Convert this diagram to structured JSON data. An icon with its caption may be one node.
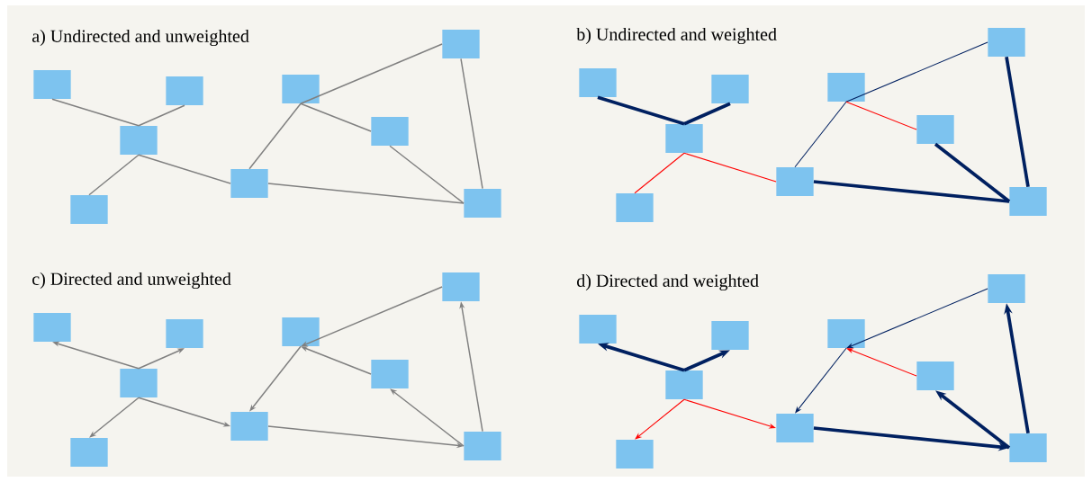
{
  "diagram": {
    "nodes": [
      {
        "text": [],
        "shape": "box"
      },
      {
        "text": [],
        "shape": "box"
      },
      {
        "text": [],
        "shape": "box"
      },
      {
        "text": [],
        "shape": "box"
      },
      {
        "text": [],
        "shape": "box"
      },
      {
        "text": [],
        "shape": "box"
      },
      {
        "text": [],
        "shape": "box"
      },
      {
        "text": [],
        "shape": "box"
      },
      {
        "text": [],
        "shape": "box"
      },
      {
        "text": [],
        "shape": "box"
      },
      {
        "text": [],
        "shape": "box"
      },
      {
        "text": [],
        "shape": "box"
      },
      {
        "text": [],
        "shape": "box"
      },
      {
        "text": [],
        "shape": "box"
      },
      {
        "text": [],
        "shape": "box"
      },
      {
        "text": [],
        "shape": "box"
      },
      {
        "text": [],
        "shape": "box"
      },
      {
        "text": [],
        "shape": "box"
      },
      {
        "text": [],
        "shape": "box"
      },
      {
        "text": [],
        "shape": "box"
      },
      {
        "text": [],
        "shape": "box"
      },
      {
        "text": [],
        "shape": "box"
      },
      {
        "text": [],
        "shape": "box"
      },
      {
        "text": [],
        "shape": "box"
      },
      {
        "text": [],
        "shape": "box"
      },
      {
        "text": [],
        "shape": "box"
      },
      {
        "text": [],
        "shape": "box"
      },
      {
        "text": [],
        "shape": "box"
      },
      {
        "text": [],
        "shape": "box"
      },
      {
        "text": [],
        "shape": "box"
      },
      {
        "text": [],
        "shape": "box"
      },
      {
        "text": [],
        "shape": "box"
      },
      {
        "text": [],
        "shape": "box"
      },
      {
        "text": [],
        "shape": "box"
      },
      {
        "text": [],
        "shape": "box"
      },
      {
        "text": [],
        "shape": "box"
      }
    ],
    "edges": [
      {
        "from": 2,
        "to": 0,
        "arrow": "none"
      },
      {
        "from": 2,
        "to": 1,
        "arrow": "none"
      },
      {
        "from": 2,
        "to": 3,
        "arrow": "none"
      },
      {
        "from": 2,
        "to": 7,
        "arrow": "none"
      },
      {
        "from": 5,
        "to": 4,
        "arrow": "none"
      },
      {
        "from": 4,
        "to": 7,
        "arrow": "none"
      },
      {
        "from": 6,
        "to": 4,
        "arrow": "none"
      },
      {
        "from": 8,
        "to": 6,
        "arrow": "none"
      },
      {
        "from": 8,
        "to": 5,
        "arrow": "none"
      },
      {
        "from": 7,
        "to": 8,
        "arrow": "none"
      },
      {
        "from": 11,
        "to": 9,
        "arrow": "none",
        "style": "thick",
        "color": "#002060"
      },
      {
        "from": 11,
        "to": 10,
        "arrow": "none",
        "style": "thick",
        "color": "#002060"
      },
      {
        "from": 11,
        "to": 12,
        "arrow": "none",
        "color": "#ff0000"
      },
      {
        "from": 11,
        "to": 16,
        "arrow": "none",
        "color": "#ff0000"
      },
      {
        "from": 14,
        "to": 13,
        "arrow": "none",
        "color": "#002060"
      },
      {
        "from": 13,
        "to": 16,
        "arrow": "none",
        "color": "#002060"
      },
      {
        "from": 15,
        "to": 13,
        "arrow": "none",
        "color": "#ff0000"
      },
      {
        "from": 17,
        "to": 15,
        "arrow": "none",
        "style": "thick",
        "color": "#002060"
      },
      {
        "from": 17,
        "to": 14,
        "arrow": "none",
        "style": "thick",
        "color": "#002060"
      },
      {
        "from": 16,
        "to": 17,
        "arrow": "none",
        "style": "thick",
        "color": "#002060"
      },
      {
        "from": 20,
        "to": 18,
        "arrow": "to"
      },
      {
        "from": 20,
        "to": 19,
        "arrow": "to"
      },
      {
        "from": 20,
        "to": 21,
        "arrow": "to"
      },
      {
        "from": 20,
        "to": 25,
        "arrow": "to"
      },
      {
        "from": 23,
        "to": 22,
        "arrow": "to"
      },
      {
        "from": 22,
        "to": 25,
        "arrow": "to"
      },
      {
        "from": 24,
        "to": 22,
        "arrow": "to"
      },
      {
        "from": 26,
        "to": 24,
        "arrow": "to"
      },
      {
        "from": 26,
        "to": 23,
        "arrow": "to"
      },
      {
        "from": 25,
        "to": 26,
        "arrow": "to"
      },
      {
        "from": 29,
        "to": 27,
        "arrow": "to",
        "style": "thick",
        "color": "#002060"
      },
      {
        "from": 29,
        "to": 28,
        "arrow": "to",
        "style": "thick",
        "color": "#002060"
      },
      {
        "from": 29,
        "to": 30,
        "arrow": "to",
        "color": "#ff0000"
      },
      {
        "from": 29,
        "to": 34,
        "arrow": "to",
        "color": "#ff0000"
      },
      {
        "from": 32,
        "to": 31,
        "arrow": "to",
        "color": "#002060"
      },
      {
        "from": 31,
        "to": 34,
        "arrow": "to",
        "color": "#002060"
      },
      {
        "from": 33,
        "to": 31,
        "arrow": "to",
        "color": "#ff0000"
      },
      {
        "from": 35,
        "to": 33,
        "arrow": "to",
        "style": "thick",
        "color": "#002060"
      },
      {
        "from": 35,
        "to": 32,
        "arrow": "to",
        "style": "thick",
        "color": "#002060"
      },
      {
        "from": 34,
        "to": 35,
        "arrow": "to",
        "style": "thick",
        "color": "#002060"
      }
    ],
    "labels": [
      "a) Undirected and unweighted",
      "b) Undirected and weighted",
      "c) Directed and unweighted",
      "d) Directed and weighted"
    ]
  }
}
